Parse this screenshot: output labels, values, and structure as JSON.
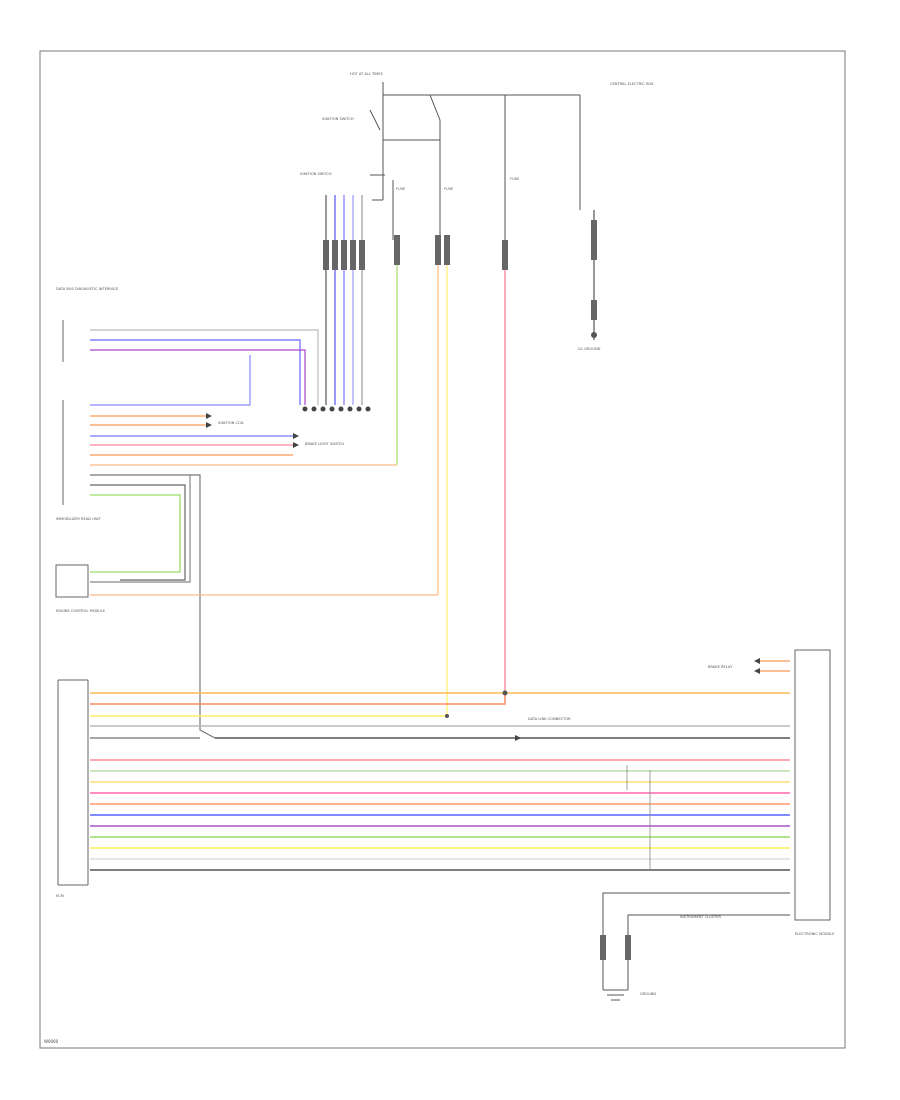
{
  "labels": {
    "hot_in_all_times": "HOT AT ALL TIMES",
    "ignition_switch_top": "IGNITION SWITCH",
    "ignition_switch_mid": "IGNITION SWITCH",
    "central_electric_box": "CENTRAL ELECTRIC BOX",
    "fuse_a": "FUSE",
    "fuse_b": "FUSE",
    "fuse_c": "FUSE",
    "dash_module_text": "DATA BUS DIAGNOSTIC INTERFACE",
    "ground_right": "G1 GROUND",
    "immobilizer_left": "IMMOBILIZER READ UNIT",
    "engine_control_module": "ENGINE CONTROL MODULE",
    "engine_control_block": "ECM",
    "ecm_sub": "ECM",
    "brake_switch": "BRAKE LIGHT SWITCH",
    "instrument_cluster": "INSTRUMENT CLUSTER",
    "ground_bottom": "GROUND",
    "bottom_left_code": "W0000",
    "ignition_coil_unit": "IGNITION COIL",
    "brake_relay_right": "BRAKE RELAY",
    "data_link": "DATA LINK CONNECTOR",
    "module_right": "ELECTRONIC MODULE"
  },
  "colors": {
    "frame": "#555555",
    "black": "#333333",
    "grey": "#bbbbbb",
    "blue": "#5555ff",
    "purple": "#aa44cc",
    "orange": "#ff9955",
    "red": "#ff6677",
    "yellow": "#ffee55",
    "green": "#99dd66",
    "pink": "#ff99bb"
  }
}
